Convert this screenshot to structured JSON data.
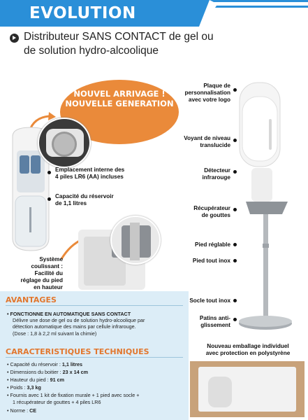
{
  "banner": {
    "title": "EVOLUTION",
    "color": "#2a8fd8"
  },
  "heading": {
    "line1": "Distributeur SANS CONTACT de gel ou",
    "line2": "de solution hydro-alcoolique"
  },
  "burst": {
    "line1": "NOUVEL ARRIVAGE !",
    "line2": "NOUVELLE GENERATION",
    "color": "#ea8a3a"
  },
  "left_callouts": {
    "batteries_1": "Emplacement interne des",
    "batteries_2": "4 piles LR6 (AA) incluses",
    "reservoir_1": "Capacité du réservoir",
    "reservoir_2": "de 1,1 litres",
    "sliding_1": "Système",
    "sliding_2": "coulissant :",
    "sliding_3": "Facilité du",
    "sliding_4": "réglage du pied",
    "sliding_5": "en hauteur"
  },
  "right_callouts": {
    "plate_1": "Plaque de",
    "plate_2": "personnalisation",
    "plate_3": "avec votre logo",
    "level_1": "Voyant de niveau",
    "level_2": "translucide",
    "sensor_1": "Détecteur",
    "sensor_2": "infrarouge",
    "drip_1": "Récupérateur",
    "drip_2": "de gouttes",
    "stand_adj": "Pied réglable",
    "stand_steel": "Pied tout inox",
    "base": "Socle tout inox",
    "pads_1": "Patins anti-",
    "pads_2": "glissement"
  },
  "avantages": {
    "title": "AVANTAGES",
    "head": "• FONCTIONNE EN AUTOMATIQUE SANS CONTACT",
    "body_1": "Délivre une dose de gel ou de solution hydro-alcoolique par",
    "body_2": "détection automatique des mains par cellule infrarouge.",
    "body_3": "(Dose : 1,8 à 2,2 ml suivant la chimie)"
  },
  "specs": {
    "title": "CARACTERISTIQUES TECHNIQUES",
    "capacity_label": "• Capacité du réservoir : ",
    "capacity_value": "1,1 litres",
    "dims_label": "• Dimensions du boitier : ",
    "dims_value": "23 x 14 cm",
    "height_label": "• Hauteur du pied : ",
    "height_value": "91 cm",
    "weight_label": "• Poids : ",
    "weight_value": "3,3 kg",
    "supply_1": "• Fournis avec 1 kit de fixation murale + 1 pied avec socle +",
    "supply_2": "1 récupérateur de gouttes + 4 piles LR6",
    "norm_label": "• Norme : ",
    "norm_value": "CE"
  },
  "packaging": {
    "line1": "Nouveau emballage individuel",
    "line2": "avec protection en polystyrène"
  }
}
